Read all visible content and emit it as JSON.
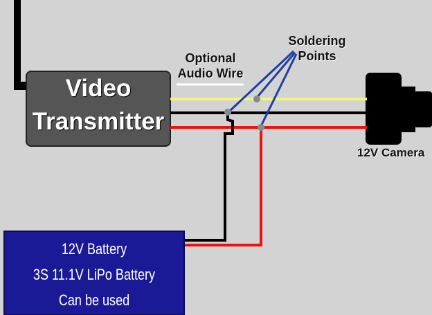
{
  "transmitter": {
    "line1": "Video",
    "line2": "Transmitter"
  },
  "audio_note": {
    "line1": "Optional",
    "line2": "Audio Wire"
  },
  "solder_note": {
    "line1": "Soldering",
    "line2": "Points"
  },
  "camera": {
    "label": "12V Camera"
  },
  "battery": {
    "line1": "12V Battery",
    "line2": "3S 11.1V LiPo Battery",
    "line3": "Can be used"
  },
  "colors": {
    "background": "#d3d3d3",
    "transmitter_box": "#555555",
    "battery_box": "#1a1a96",
    "wire_audio": "#f4f47a",
    "wire_ground": "#000000",
    "wire_power": "#ee1111",
    "pointer_lines": "#1f3fa0",
    "solder_dots": "#8a8a8a"
  }
}
